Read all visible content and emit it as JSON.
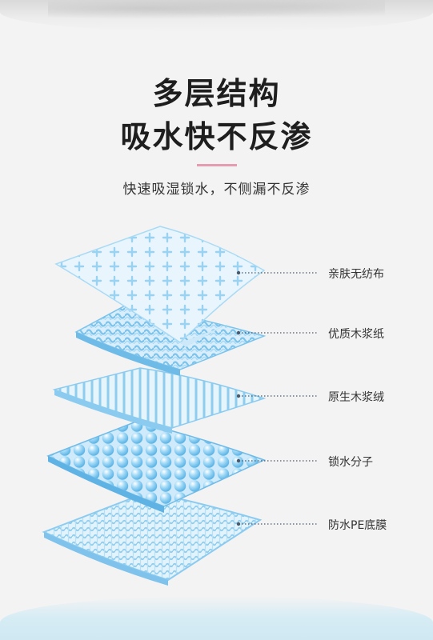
{
  "heading": {
    "line1": "多层结构",
    "line2": "吸水快不反渗"
  },
  "subtitle": "快速吸湿锁水，不侧漏不反渗",
  "layers": [
    {
      "label": "亲肤无纺布"
    },
    {
      "label": "优质木浆纸"
    },
    {
      "label": "原生木浆绒"
    },
    {
      "label": "锁水分子"
    },
    {
      "label": "防水PE底膜"
    }
  ],
  "colors": {
    "accent_divider": "#e59bb0",
    "layer_blue": "#8ccbf0",
    "layer_light": "#dff1fc",
    "leader_line": "#4a5a6a"
  }
}
